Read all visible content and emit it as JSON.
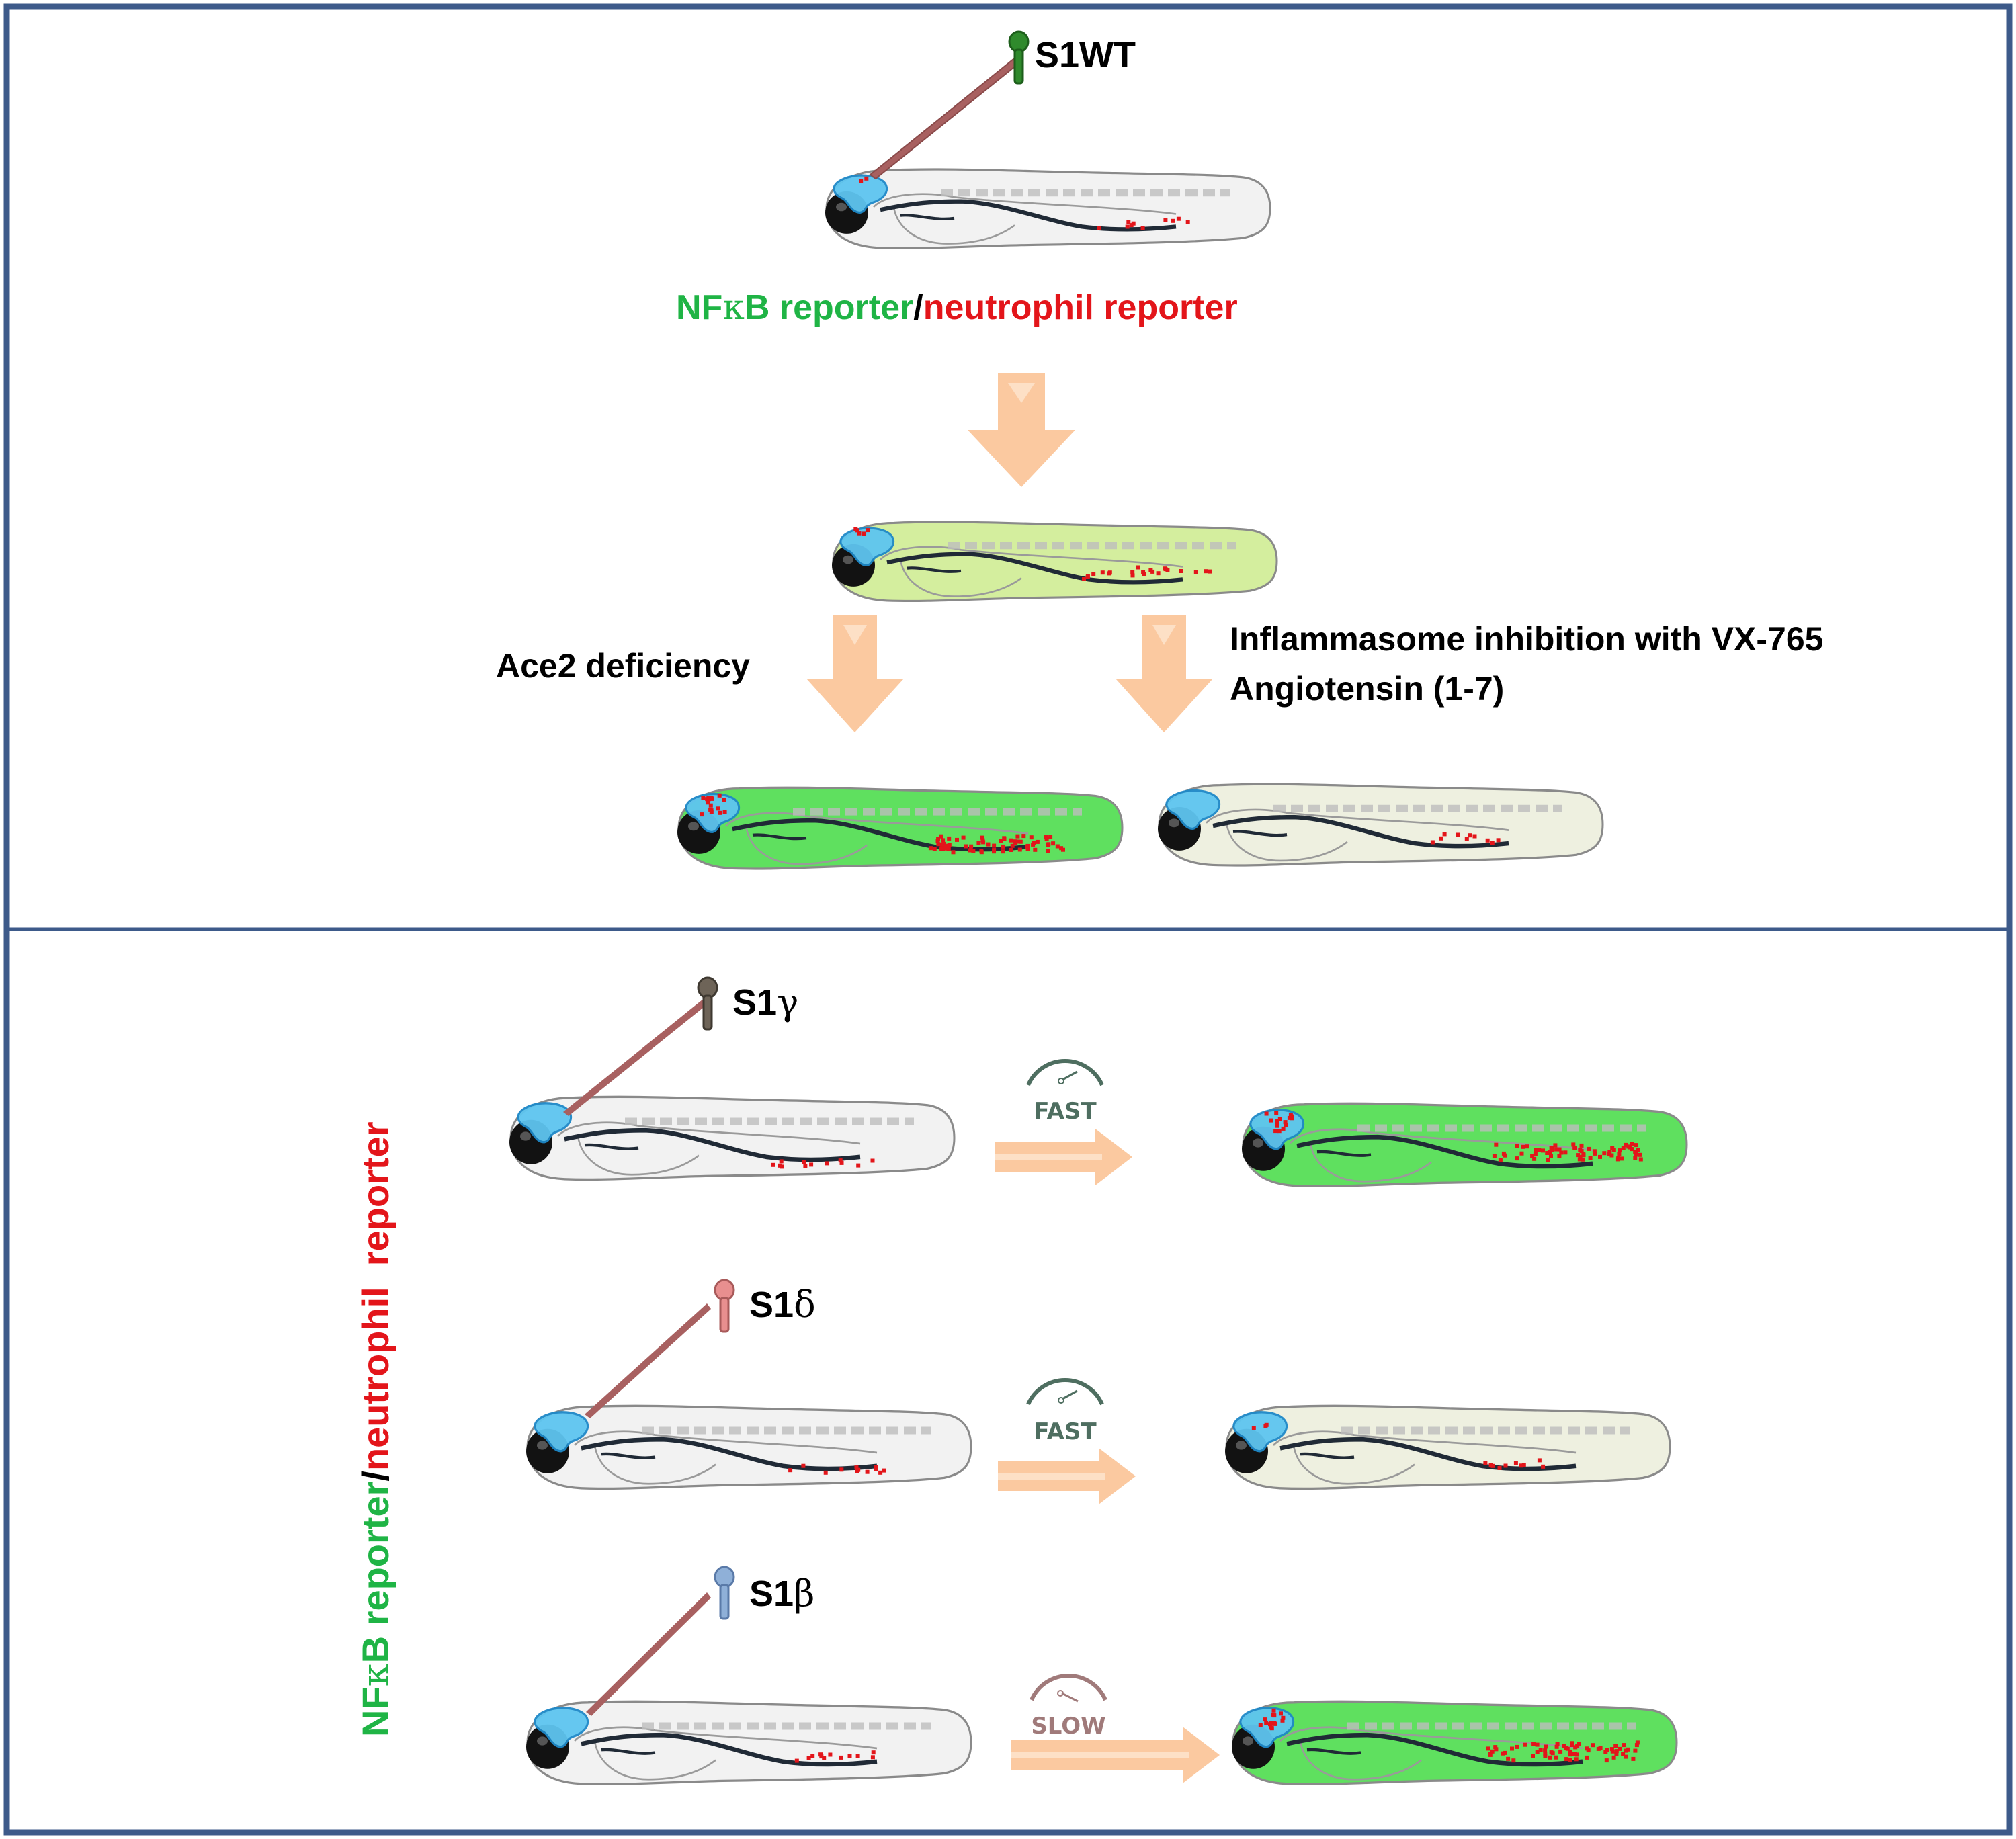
{
  "top_panel": {
    "injection_label": "S1WT",
    "reporter_line": {
      "part1": "NF",
      "kappa": "κ",
      "part2": "B reporter",
      "slash": "/",
      "part3": "neutrophil reporter"
    },
    "branch_left": "Ace2 deficiency",
    "branch_right_line1": "Inflammasome inhibition with VX-765",
    "branch_right_line2": "Angiotensin (1-7)"
  },
  "bottom_panel": {
    "side_label": {
      "part1": "NF",
      "kappa": "κ",
      "part2": "B reporter",
      "slash": "/",
      "part3": "neutrophil  reporter"
    },
    "rows": [
      {
        "variant_prefix": "S1",
        "variant_greek": "γ",
        "speed": "FAST",
        "outcome": "inflamed"
      },
      {
        "variant_prefix": "S1",
        "variant_greek": "δ",
        "speed": "FAST",
        "outcome": "resolved"
      },
      {
        "variant_prefix": "S1",
        "variant_greek": "β",
        "speed": "SLOW",
        "outcome": "inflamed"
      }
    ]
  },
  "colors": {
    "frame": "#3d5a8a",
    "nfkb_green": "#1fb445",
    "neutrophil_red": "#e3151a",
    "arrow_peach": "#fbc9a0",
    "fish_bright_green": "#5fe05f",
    "fish_pale_green": "#d4ee9e",
    "fish_pale_beige": "#eef0e0",
    "fish_grey": "#f2f2f2",
    "brain_blue": "#5ec5f0",
    "spike_wt": "#2f8a2c",
    "spike_gamma": "#6e6458",
    "spike_delta": "#e88f8f",
    "spike_beta": "#8fb0d8",
    "gauge_fast": "#4e6e60",
    "gauge_slow": "#a07a7a"
  }
}
